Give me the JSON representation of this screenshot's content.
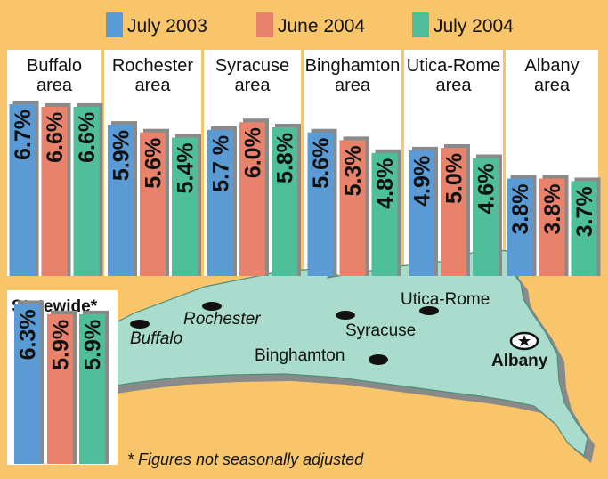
{
  "colors": {
    "background": "#f8c56b",
    "panel": "#ffffff",
    "series": [
      "#5b9bd5",
      "#e8826b",
      "#4ebf9a"
    ],
    "map_fill": "#a9dccc",
    "shadow": "#8a8a8a"
  },
  "legend": [
    "July 2003",
    "June 2004",
    "July 2004"
  ],
  "chart_data": {
    "type": "bar",
    "series_names": [
      "July 2003",
      "June 2004",
      "July 2004"
    ],
    "value_labels_rotated": true,
    "areas": [
      {
        "name": [
          "Buffalo",
          "area"
        ],
        "values": [
          6.7,
          6.6,
          6.6
        ],
        "labels": [
          "6.7%",
          "6.6%",
          "6.6%"
        ]
      },
      {
        "name": [
          "Rochester",
          "area"
        ],
        "values": [
          5.9,
          5.6,
          5.4
        ],
        "labels": [
          "5.9%",
          "5.6%",
          "5.4%"
        ]
      },
      {
        "name": [
          "Syracuse",
          "area"
        ],
        "values": [
          5.7,
          6.0,
          5.8
        ],
        "labels": [
          "5.7 %",
          "6.0%",
          "5.8%"
        ]
      },
      {
        "name": [
          "Binghamton",
          "area"
        ],
        "values": [
          5.6,
          5.3,
          4.8
        ],
        "labels": [
          "5.6%",
          "5.3%",
          "4.8%"
        ]
      },
      {
        "name": [
          "Utica-Rome",
          "area"
        ],
        "values": [
          4.9,
          5.0,
          4.6
        ],
        "labels": [
          "4.9%",
          "5.0%",
          "4.6%"
        ]
      },
      {
        "name": [
          "Albany",
          "area"
        ],
        "values": [
          3.8,
          3.8,
          3.7
        ],
        "labels": [
          "3.8%",
          "3.8%",
          "3.7%"
        ]
      }
    ],
    "statewide": {
      "title": "Statewide*",
      "values": [
        6.3,
        5.9,
        5.9
      ],
      "labels": [
        "6.3%",
        "5.9%",
        "5.9%"
      ]
    }
  },
  "map": {
    "cities": [
      {
        "name": "Buffalo",
        "style": "italic"
      },
      {
        "name": "Rochester",
        "style": "italic"
      },
      {
        "name": "Syracuse",
        "style": "normal"
      },
      {
        "name": "Utica-Rome",
        "style": "normal"
      },
      {
        "name": "Binghamton",
        "style": "normal"
      },
      {
        "name": "Albany",
        "style": "bold"
      }
    ]
  },
  "footnote": "* Figures not seasonally adjusted"
}
